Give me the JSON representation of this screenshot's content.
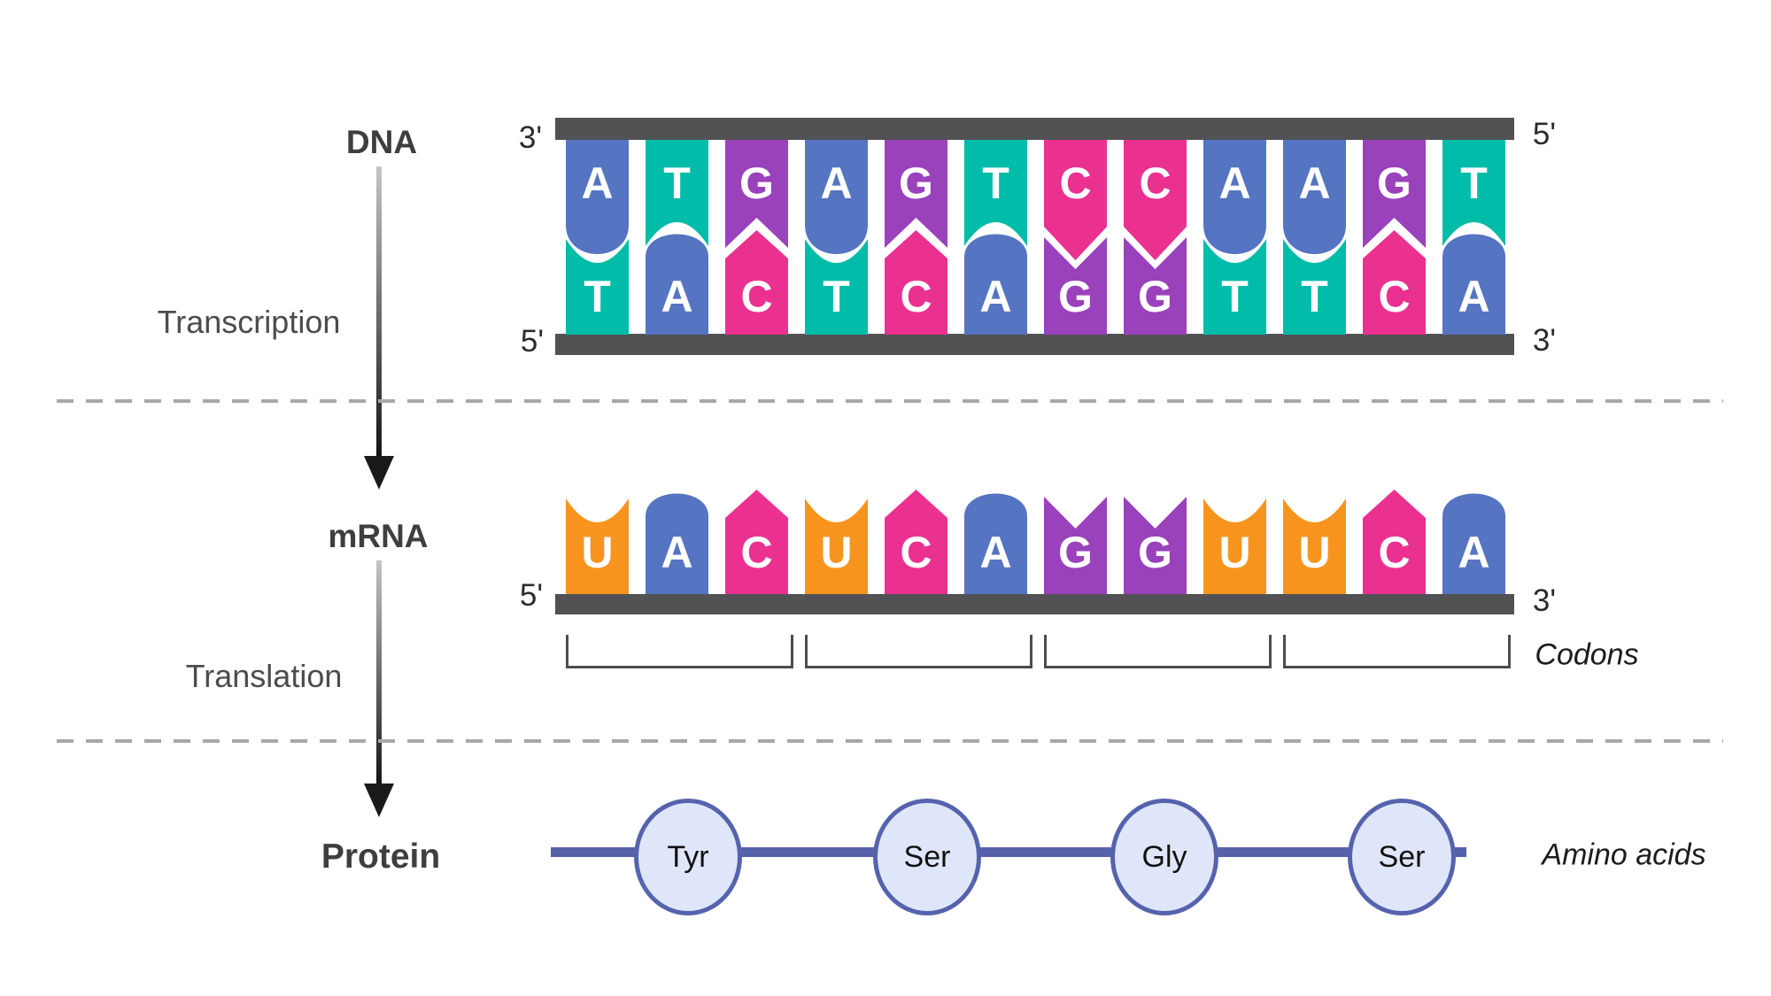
{
  "labels": {
    "dna": "DNA",
    "mrna": "mRNA",
    "protein": "Protein",
    "transcription": "Transcription",
    "translation": "Translation",
    "codons": "Codons",
    "amino_acids": "Amino acids"
  },
  "dna": {
    "top_strand": {
      "left_end": "3'",
      "right_end": "5'",
      "sequence": [
        "A",
        "T",
        "G",
        "A",
        "G",
        "T",
        "C",
        "C",
        "A",
        "A",
        "G",
        "T"
      ]
    },
    "bottom_strand": {
      "left_end": "5'",
      "right_end": "3'",
      "sequence": [
        "T",
        "A",
        "C",
        "T",
        "C",
        "A",
        "G",
        "G",
        "T",
        "T",
        "C",
        "A"
      ]
    }
  },
  "mrna": {
    "left_end": "5'",
    "right_end": "3'",
    "sequence": [
      "U",
      "A",
      "C",
      "U",
      "C",
      "A",
      "G",
      "G",
      "U",
      "U",
      "C",
      "A"
    ],
    "codon_count": 4
  },
  "protein": {
    "amino_acids": [
      "Tyr",
      "Ser",
      "Gly",
      "Ser"
    ]
  },
  "base_colors": {
    "A": "#5574c1",
    "T": "#00bca8",
    "G": "#9a41bc",
    "C": "#ea3190",
    "U": "#f7941e"
  },
  "theme": {
    "backbone": "#525255",
    "dashed_line": "#a8a8a8",
    "bracket": "#4d4d4d",
    "protein_line": "#5661ab",
    "circle_fill": "#dfe6f9",
    "arrow": "#1a1a1a",
    "letter": "#ffffff"
  }
}
